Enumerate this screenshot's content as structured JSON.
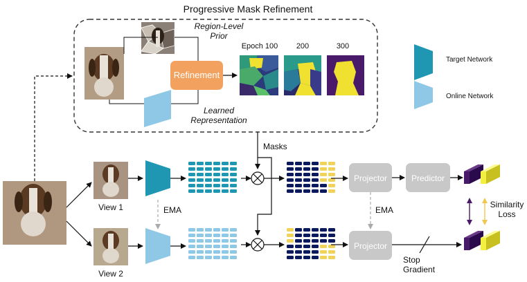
{
  "title": "Progressive Mask Refinement",
  "refine": {
    "prior_label_line1": "Region-Level",
    "prior_label_line2": "Prior",
    "refinement_label": "Refinement",
    "learned_label_line1": "Learned",
    "learned_label_line2": "Representation",
    "epochs": [
      "Epoch 100",
      "200",
      "300"
    ]
  },
  "legend": {
    "target": "Target Network",
    "online": "Online Network"
  },
  "pipeline": {
    "masks_label": "Masks",
    "view1_label": "View 1",
    "view2_label": "View 2",
    "ema_left": "EMA",
    "ema_right": "EMA",
    "projector_top": "Projector",
    "projector_bottom": "Projector",
    "predictor": "Predictor",
    "similarity_line1": "Similarity",
    "similarity_line2": "Loss",
    "stop_line1": "Stop",
    "stop_line2": "Gradient"
  },
  "colors": {
    "target": "#1f97b3",
    "online": "#8ec8e6",
    "refinement": "#f2a15f",
    "grey_box": "#c8c8c8",
    "navy": "#0a1a5c",
    "gold": "#f0d35a",
    "purple": "#4a1a6a",
    "yellow": "#f4f040"
  }
}
